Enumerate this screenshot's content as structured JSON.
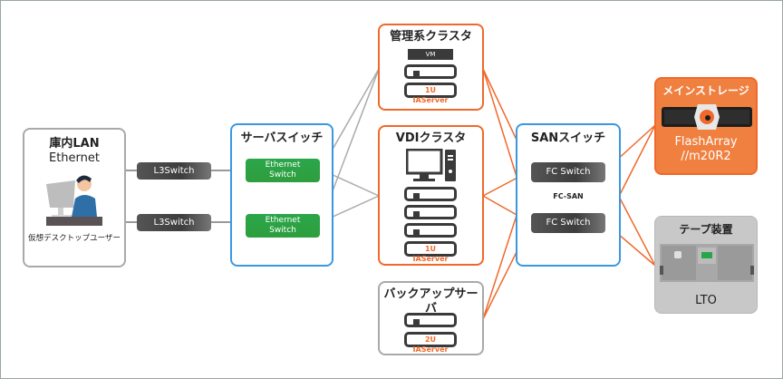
{
  "lan": {
    "title_line1": "庫内LAN",
    "title_line2": "Ethernet",
    "user_label": "仮想デスクトップユーザー",
    "l3_switches": [
      "L3Switch",
      "L3Switch"
    ]
  },
  "server_switch": {
    "title": "サーバスイッチ",
    "switches": [
      {
        "line1": "Ethernet",
        "line2": "Switch"
      },
      {
        "line1": "Ethernet",
        "line2": "Switch"
      }
    ]
  },
  "mgmt_cluster": {
    "title": "管理系クラスタ",
    "vm_label": "VM",
    "server_label": "1U IAServer"
  },
  "vdi_cluster": {
    "title": "VDIクラスタ",
    "server_label": "1U IAServer"
  },
  "backup_server": {
    "title": "バックアップサーバ",
    "server_label": "2U IAServer"
  },
  "san_switch": {
    "title": "SANスイッチ",
    "switches": [
      "FC Switch",
      "FC Switch"
    ],
    "fabric_label": "FC-SAN"
  },
  "main_storage": {
    "title": "メインストレージ",
    "product_line1": "FlashArray",
    "product_line2": "//m20R2"
  },
  "tape": {
    "title": "テープ装置",
    "label": "LTO"
  },
  "colors": {
    "ethernet_link": "#aaaaaa",
    "fc_link": "#f0692a",
    "switch_box": "#3a98e0",
    "cluster_box": "#f0692a",
    "ethernet_switch": "#2aa64a",
    "storage_fill": "#f08040",
    "tape_fill": "#c8c8c8"
  }
}
